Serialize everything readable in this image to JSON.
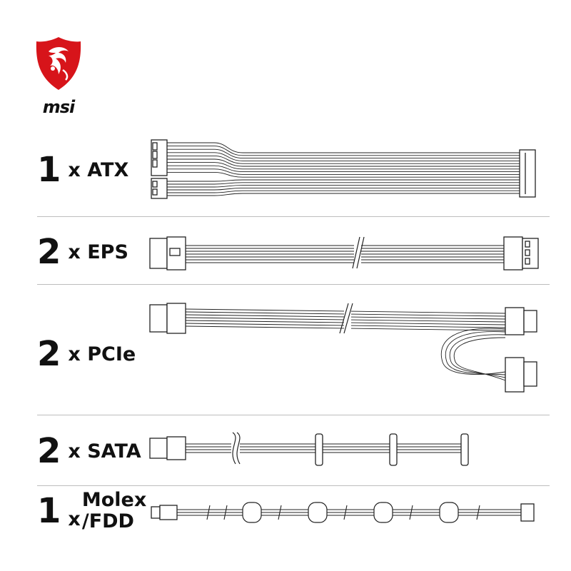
{
  "brand": {
    "name": "msi",
    "shield_color": "#d7141a"
  },
  "cables": [
    {
      "qty": "1",
      "x": "x",
      "name": "ATX"
    },
    {
      "qty": "2",
      "x": "x",
      "name": "EPS"
    },
    {
      "qty": "2",
      "x": "x",
      "name": "PCIe"
    },
    {
      "qty": "2",
      "x": "x",
      "name": "SATA"
    },
    {
      "qty": "1",
      "x": "x",
      "name_line1": "Molex",
      "name_line2": "/FDD"
    }
  ],
  "colors": {
    "line": "#222222",
    "divider": "#bdbdbd"
  }
}
